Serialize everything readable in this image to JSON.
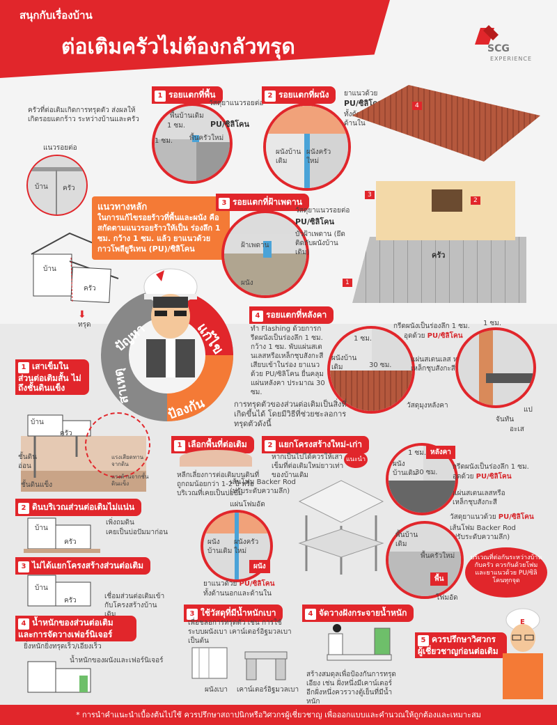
{
  "header": {
    "subtitle": "สนุกกับเรื่องบ้าน",
    "title": "ต่อเติมครัวไม่ต้องกลัวทรุด"
  },
  "logo": {
    "brand": "SCG",
    "tagline": "EXPERIENCE",
    "color": "#e1262b"
  },
  "intro": {
    "text": "ครัวที่ต่อเติมเกิดการทรุดตัว ส่งผลให้เกิดรอยแตกร้าว ระหว่างบ้านและครัว",
    "joint_label": "แนวรอยต่อ",
    "house": "บ้าน",
    "kitchen": "ครัว",
    "sink": "ทรุด"
  },
  "guideline": {
    "heading": "แนวทางหลัก",
    "text": "ในการแก้ไขรอยร้าวที่พื้นและผนัง คือ สกัดตามแนวรอยร้าวให้เป็น ร่องลึก 1 ซม. กว้าง 1 ซม. แล้ว ยาแนวด้วย กาวโพลียูรีเทน (PU)/ซิลิโคน"
  },
  "wheel": {
    "problem": "ปัญหา",
    "fix": "แก้ไข",
    "cause": "สาเหตุ",
    "prevent": "ป้องกัน"
  },
  "crack_sections": [
    {
      "num": "1",
      "label": "รอยแตกที่พื้น",
      "a": "พื้นบ้านเดิม",
      "b": "พื้นครัวใหม่",
      "dim1": "1 ซม.",
      "dim2": "1 ซม.",
      "note": "วัสดุยาแนวรอยต่อ",
      "material": "PU/ซิลิโคน"
    },
    {
      "num": "2",
      "label": "รอยแตกที่ผนัง",
      "a": "ผนังบ้านเดิม",
      "b": "ผนังครัวใหม่",
      "note": "ยาแนวด้วย",
      "material": "PU/ซิลิโคน",
      "note2": "ทั้งด้านนอกและด้านใน"
    },
    {
      "num": "3",
      "label": "รอยแตกที่ฝ้าเพดาน",
      "a": "ฝ้าเพดาน",
      "b": "ผนัง",
      "note": "วัสดุยาแนวรอยต่อ",
      "material": "PU/ซิลิโคน",
      "note2": "บัวฝ้าเพดาน (ยึดติดกับผนังบ้านเดิม)"
    },
    {
      "num": "4",
      "label": "รอยแตกที่หลังคา",
      "desc": "ทำ Flashing ด้วยการกรีดผนังเป็นร่องลึก 1 ซม. กว้าง 1 ซม. พับแผ่นสเตนเลสหรือเหล็กชุบสังกะสีเสียบเข้าในร่อง ยาแนวด้วย PU/ซิลิโคน ยื่นคลุมแผ่นหลังคา ประมาณ 30 ซม.",
      "dim1": "1 ซม.",
      "dim2": "30 ซม.",
      "wall": "ผนังบ้านเดิม",
      "label_groove": "กรีดผนังเป็นร่องลึก 1 ซม.",
      "label_fill": "อุดด้วย",
      "material": "PU/ซิลิโคน",
      "label_sheet": "แผ่นสเตนเลส หรือเหล็กชุบสังกะสี",
      "label_roofmat": "วัสดุมุงหลังคา",
      "tags": [
        "แป",
        "จันทัน",
        "อะเส"
      ]
    }
  ],
  "house3d": {
    "kitchen": "ครัว",
    "markers": [
      "1",
      "2",
      "3",
      "4"
    ]
  },
  "causes": [
    {
      "num": "1",
      "label": "เสาเข็มในส่วนต่อเติมสั้น ไม่ถึงชั้นดินแข็ง",
      "house": "บ้าน",
      "kitchen": "ครัว",
      "soft": "ชั้นดินอ่อน",
      "hard": "ชั้นดินแข็ง",
      "force1": "แรงเสียดทานจากดิน",
      "force2": "แรงต้านจากชั้นดินแข็ง"
    },
    {
      "num": "2",
      "label": "ดินบริเวณส่วนต่อเติมไม่แน่น",
      "house": "บ้าน",
      "kitchen": "ครัว",
      "points": [
        "เพิ่งถมดิน",
        "เคยเป็นบ่อปัมมาก่อน"
      ]
    },
    {
      "num": "3",
      "label": "ไม่ได้แยกโครงสร้างส่วนต่อเติม",
      "house": "บ้าน",
      "kitchen": "ครัว",
      "note": "เชื่อมส่วนต่อเติมเข้ากับโครงสร้างบ้านเดิม"
    },
    {
      "num": "4",
      "label": "น้ำหนักของส่วนต่อเติม และการจัดวางเฟอร์นิเจอร์",
      "sub": "ยิ่งหนักยิ่งทรุดเร็ว/เอียงเร็ว",
      "note": "น้ำหนักของผนังและเฟอร์นิเจอร์"
    }
  ],
  "prevent_intro": "การทรุดตัวของส่วนต่อเติมเป็นสิ่งที่เกิดขึ้นได้ โดยมีวิธีที่ช่วยชะลอการทรุดตัวดังนี้",
  "prevention": [
    {
      "num": "1",
      "label": "เลือกพื้นที่ต่อเติม",
      "text": "หลีกเลี่ยงการต่อเติมบนดินที่ถูกถมน้อยกว่า 1-2 ปี หรือบริเวณที่เคยเป็นบ่อปัม"
    },
    {
      "num": "2",
      "label": "แยกโครงสร้างใหม่-เก่า",
      "tip": "แนะนำ",
      "text": "หากเป็นไปได้ควรให้เสาเข็มที่ต่อเติมใหม่ยาวเท่าของบ้านเดิม",
      "backer": "เส้นโฟม Backer Rod (ปรับระดับความลึก)",
      "foam": "แผ่นโฟมอัด",
      "wall_old": "ผนังบ้านเดิม",
      "wall_new": "ผนังครัวใหม่",
      "wall_tag": "ผนัง",
      "sealant": "ยาแนวด้วย",
      "material": "PU/ซิลิโคน",
      "sealant2": "ทั้งด้านนอกและด้านใน",
      "roof_tag": "หลังคา",
      "roof_wall": "ผนังบ้านเดิม",
      "dim1": "1 ซม.",
      "dim2": "30 ซม.",
      "roof_groove": "กรีดผนังเป็นร่องลึก 1 ซม.",
      "roof_fill": "อุดด้วย",
      "roof_sheet": "แผ่นสเตนเลสหรือเหล็กชุบสังกะสี",
      "floor_tag": "พื้น",
      "floor_old": "พื้นบ้านเดิม",
      "floor_new": "พื้นครัวใหม่",
      "floor_seal": "วัสดุยาแนวด้วย",
      "floor_backer": "เส้นโฟม Backer Rod (ปรับระดับความลึก)",
      "floor_foam": "โฟมอัด",
      "advice": "บริเวณที่ต่อกันระหว่างบ้านกับครัว ควรกันด้วยโฟมและยาแนวด้วย PU/ซิลิโคนทุกจุด"
    },
    {
      "num": "3",
      "label": "ใช้วัสดุที่มีน้ำหนักเบา",
      "text": "เพื่อชลอการทรุดตัว เช่น การใช้ระบบผนังเบา เคาน์เตอร์อิฐมวลเบา เป็นต้น",
      "item1": "ผนังเบา",
      "item2": "เคาน์เตอร์อิฐมวลเบา"
    },
    {
      "num": "4",
      "label": "จัดวางฝังกระจายน้ำหนัก",
      "text": "สร้างสมดุลเพื่อป้องกันการทรุดเอียง เช่น ฝั่งหนึ่งมีเคาน์เตอร์ อีกฝั่งหนึ่งควรวางตู้เย็นที่มีน้ำหนัก"
    },
    {
      "num": "5",
      "label": "ควรปรึกษาวิศวกรผู้เชี่ยวชาญก่อนต่อเติม"
    }
  ],
  "footer": "* การนำคำแนะนำเบื้องต้นไปใช้ ควรปรึกษาสถาปนิกหรือวิศวกรผู้เชี่ยวชาญ เพื่อออกแบบและคำนวณให้ถูกต้องและเหมาะสม"
}
